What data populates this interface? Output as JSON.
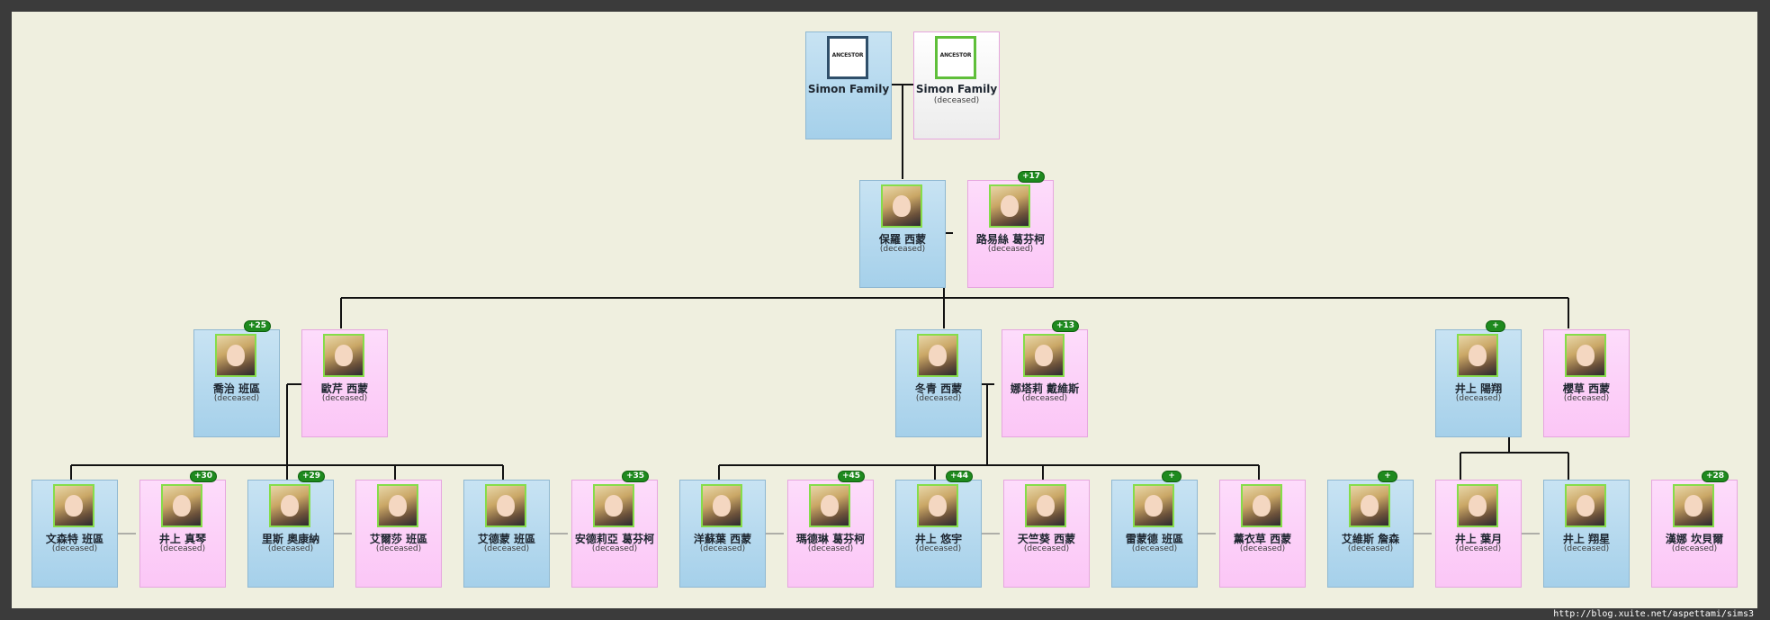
{
  "tree": {
    "status_text": "(deceased)",
    "ancestor_label": "ANCESTOR",
    "generations": [
      {
        "level": 1,
        "people": [
          {
            "id": "anc_m",
            "name": "Simon Family",
            "gender": "male",
            "ancestor": true,
            "status": "",
            "badge": ""
          },
          {
            "id": "anc_f",
            "name": "Simon Family",
            "gender": "female-white",
            "ancestor": true,
            "status": "(deceased)",
            "badge": ""
          }
        ]
      },
      {
        "level": 2,
        "people": [
          {
            "id": "p1",
            "name": "保羅 西蒙",
            "gender": "male",
            "status": "(deceased)",
            "badge": ""
          },
          {
            "id": "p2",
            "name": "路易絲 葛芬柯",
            "gender": "female",
            "status": "(deceased)",
            "badge": "+17"
          }
        ]
      },
      {
        "level": 3,
        "people": [
          {
            "id": "g1m",
            "name": "喬治 班區",
            "gender": "male",
            "status": "(deceased)",
            "badge": "+25"
          },
          {
            "id": "g1f",
            "name": "歐芹 西蒙",
            "gender": "female",
            "status": "(deceased)",
            "badge": ""
          },
          {
            "id": "g2m",
            "name": "冬青 西蒙",
            "gender": "male",
            "status": "(deceased)",
            "badge": ""
          },
          {
            "id": "g2f",
            "name": "娜塔莉 戴維斯",
            "gender": "female",
            "status": "(deceased)",
            "badge": "+13"
          },
          {
            "id": "g3m",
            "name": "井上 陽翔",
            "gender": "male",
            "status": "(deceased)",
            "badge": "+"
          },
          {
            "id": "g3f",
            "name": "櫻草 西蒙",
            "gender": "female",
            "status": "(deceased)",
            "badge": ""
          }
        ]
      },
      {
        "level": 4,
        "people": [
          {
            "id": "c1",
            "name": "文森特 班區",
            "gender": "male",
            "status": "(deceased)",
            "badge": ""
          },
          {
            "id": "c2",
            "name": "井上 真琴",
            "gender": "female",
            "status": "(deceased)",
            "badge": "+30"
          },
          {
            "id": "c3",
            "name": "里斯 奧康納",
            "gender": "male",
            "status": "(deceased)",
            "badge": "+29"
          },
          {
            "id": "c4",
            "name": "艾爾莎 班區",
            "gender": "female",
            "status": "(deceased)",
            "badge": ""
          },
          {
            "id": "c5",
            "name": "艾德蒙 班區",
            "gender": "male",
            "status": "(deceased)",
            "badge": ""
          },
          {
            "id": "c6",
            "name": "安德莉亞 葛芬柯",
            "gender": "female",
            "status": "(deceased)",
            "badge": "+35"
          },
          {
            "id": "c7",
            "name": "洋蘇葉 西蒙",
            "gender": "male",
            "status": "(deceased)",
            "badge": ""
          },
          {
            "id": "c8",
            "name": "瑪德琳 葛芬柯",
            "gender": "female",
            "status": "(deceased)",
            "badge": "+45"
          },
          {
            "id": "c9",
            "name": "井上 悠宇",
            "gender": "male",
            "status": "(deceased)",
            "badge": "+44"
          },
          {
            "id": "c10",
            "name": "天竺葵 西蒙",
            "gender": "female",
            "status": "(deceased)",
            "badge": ""
          },
          {
            "id": "c11",
            "name": "雷蒙德 班區",
            "gender": "male",
            "status": "(deceased)",
            "badge": "+"
          },
          {
            "id": "c12",
            "name": "薰衣草 西蒙",
            "gender": "female",
            "status": "(deceased)",
            "badge": ""
          },
          {
            "id": "c13",
            "name": "艾維斯 詹森",
            "gender": "male",
            "status": "(deceased)",
            "badge": "+"
          },
          {
            "id": "c14",
            "name": "井上 葉月",
            "gender": "female",
            "status": "(deceased)",
            "badge": ""
          },
          {
            "id": "c15",
            "name": "井上 翔星",
            "gender": "male",
            "status": "(deceased)",
            "badge": ""
          },
          {
            "id": "c16",
            "name": "漢娜 坎貝爾",
            "gender": "female",
            "status": "(deceased)",
            "badge": "+28"
          }
        ]
      }
    ]
  },
  "footer": {
    "url": "http://blog.xuite.net/aspettami/sims3"
  },
  "colors": {
    "male_card": "#a5d0ea",
    "female_card": "#fbc6f6",
    "badge": "#1e8a1e",
    "photo_border": "#86dd4a"
  }
}
